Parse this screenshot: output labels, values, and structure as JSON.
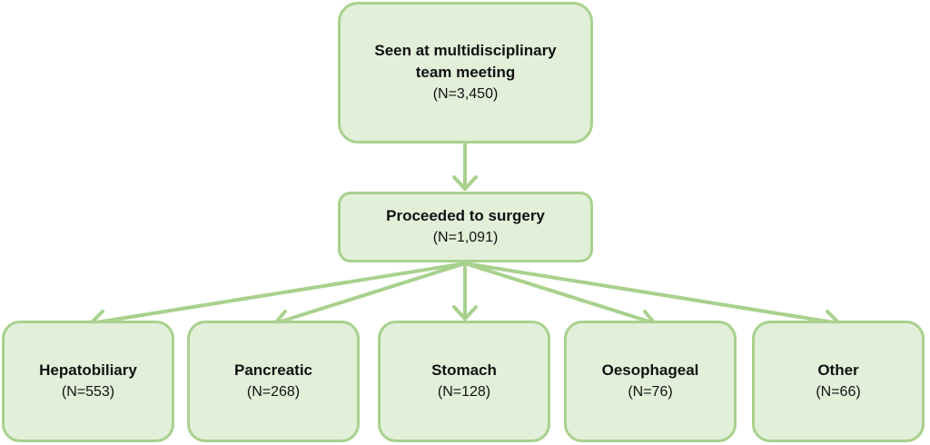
{
  "flow": {
    "top": {
      "label": "Seen at multidisciplinary team meeting",
      "count": "(N=3,450)"
    },
    "middle": {
      "label": "Proceeded to surgery",
      "count": "(N=1,091)"
    },
    "leaves": [
      {
        "label": "Hepatobiliary",
        "count": "(N=553)"
      },
      {
        "label": "Pancreatic",
        "count": "(N=268)"
      },
      {
        "label": "Stomach",
        "count": "(N=128)"
      },
      {
        "label": "Oesophageal",
        "count": "(N=76)"
      },
      {
        "label": "Other",
        "count": "(N=66)"
      }
    ]
  },
  "colors": {
    "box_fill": "#e2efd9",
    "box_border": "#a9d18e",
    "connector": "#a9d18e"
  }
}
